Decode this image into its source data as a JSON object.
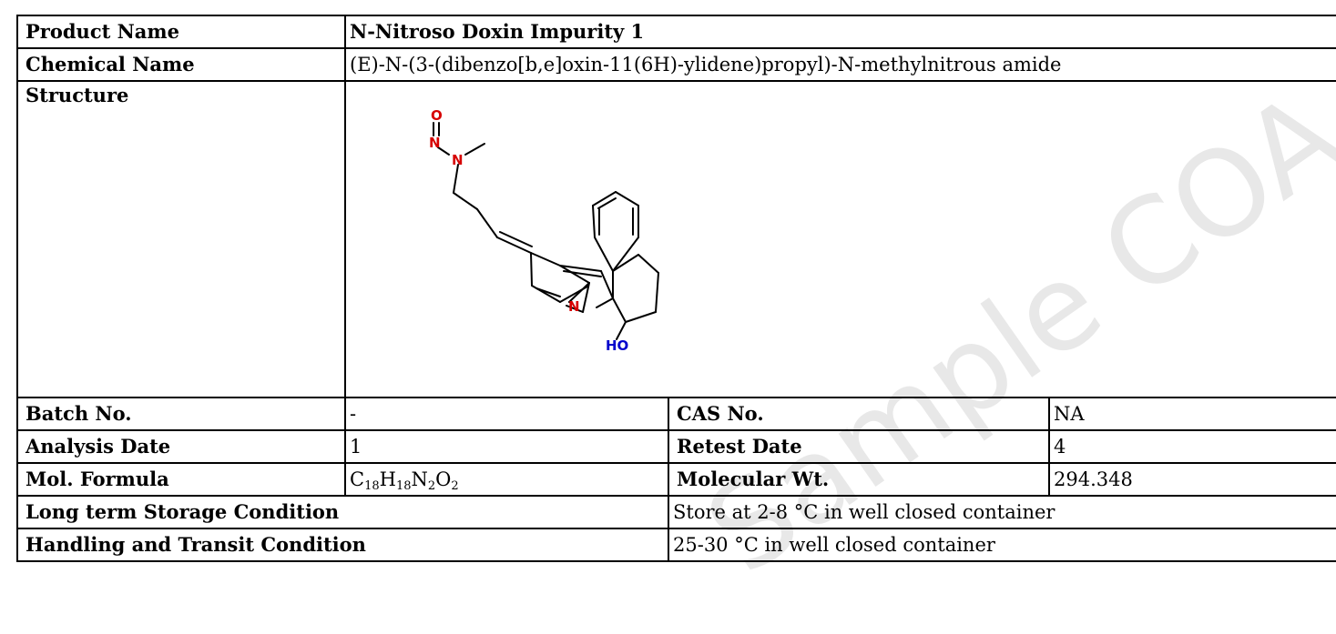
{
  "product": {
    "label": "Product Name",
    "value": "N-Nitroso Doxin Impurity 1"
  },
  "chemical": {
    "label": "Chemical Name",
    "value": "(E)-N-(3-(dibenzo[b,e]oxin-11(6H)-ylidene)propyl)-N-methylnitrous amide"
  },
  "structure": {
    "label": "Structure",
    "atoms": {
      "o_top": "O",
      "n_nitroso": "N",
      "n_amine": "N",
      "n_ring": "N",
      "ho": "HO"
    },
    "colors": {
      "oxygen": "#d60000",
      "nitrogen": "#d60000",
      "hydroxyl": "#0000cc",
      "bond": "#000000"
    }
  },
  "batch": {
    "label": "Batch No.",
    "value": "-"
  },
  "cas": {
    "label": "CAS No.",
    "value": "NA"
  },
  "analysis_date": {
    "label": "Analysis Date",
    "value": "1"
  },
  "retest_date": {
    "label": "Retest Date",
    "value": "4"
  },
  "formula": {
    "label": "Mol. Formula",
    "parts": [
      {
        "el": "C",
        "n": "18"
      },
      {
        "el": "H",
        "n": "18"
      },
      {
        "el": "N",
        "n": "2"
      },
      {
        "el": "O",
        "n": "2"
      }
    ]
  },
  "mol_wt": {
    "label": "Molecular Wt.",
    "value": "294.348"
  },
  "storage": {
    "label": "Long term Storage Condition",
    "value": "Store at 2-8 °C in well closed container"
  },
  "handling": {
    "label": "Handling and Transit Condition",
    "value": "25-30 °C in well closed container"
  },
  "watermark": {
    "text": "Sample COA"
  }
}
